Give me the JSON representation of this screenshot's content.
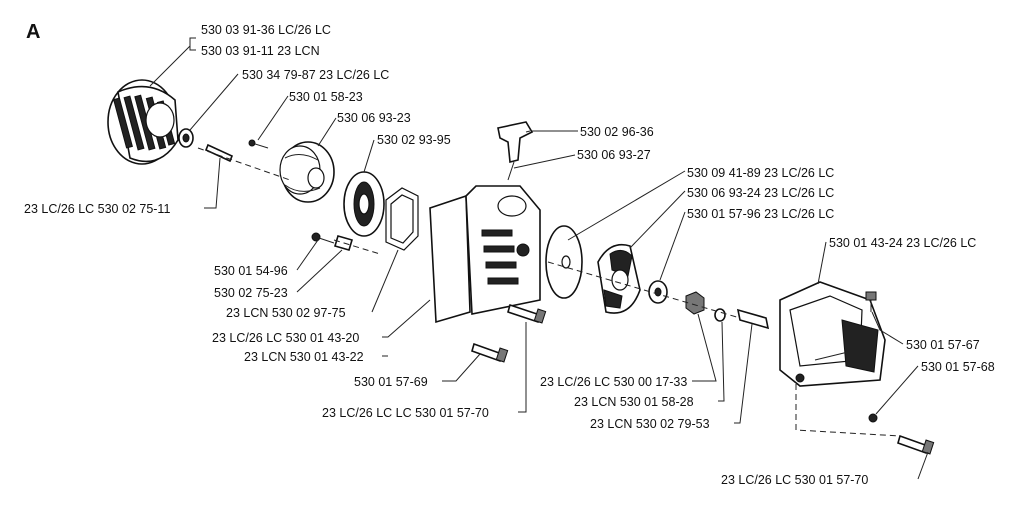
{
  "figure_label": "A",
  "labels": {
    "flywheel_lc": "530 03 91-36 LC/26 LC",
    "flywheel_lcn": "530 03 91-11 23 LCN",
    "washer": "530 34 79-87 23 LC/26 LC",
    "screw_pulley": "530 01 58-23",
    "pulley": "530 06 93-23",
    "spring": "530 02 93-95",
    "handle": "530 02 96-36",
    "cord": "530 06 93-27",
    "pin": "23 LC/26 LC 530 02 75-11",
    "disc": "530 09 41-89 23 LC/26 LC",
    "clutch": "530 06 93-24 23 LC/26 LC",
    "clutch_washer": "530 01 57-96 23 LC/26 LC",
    "cover": "530 01 43-24 23 LC/26 LC",
    "screw_5": "530 01 54-96",
    "pin_small": "530 02 75-23",
    "gasket": "23 LCN 530 02 97-75",
    "housing_lc": "23 LC/26 LC 530 01 43-20",
    "housing_lcn": "23 LCN 530 01 43-22",
    "cover_screw": "530 01 57-67",
    "nut_small": "530 01 57-68",
    "screw_69": "530 01 57-69",
    "screw_70_mid": "23 LC/26 LC LC 530 01 57-70",
    "nut_33": "23 LC/26 LC 530 00 17-33",
    "washer_28": "23 LCN 530 01 58-28",
    "sleeve_53": "23 LCN 530 02 79-53",
    "screw_70_bottom": "23 LC/26 LC 530 01 57-70"
  }
}
